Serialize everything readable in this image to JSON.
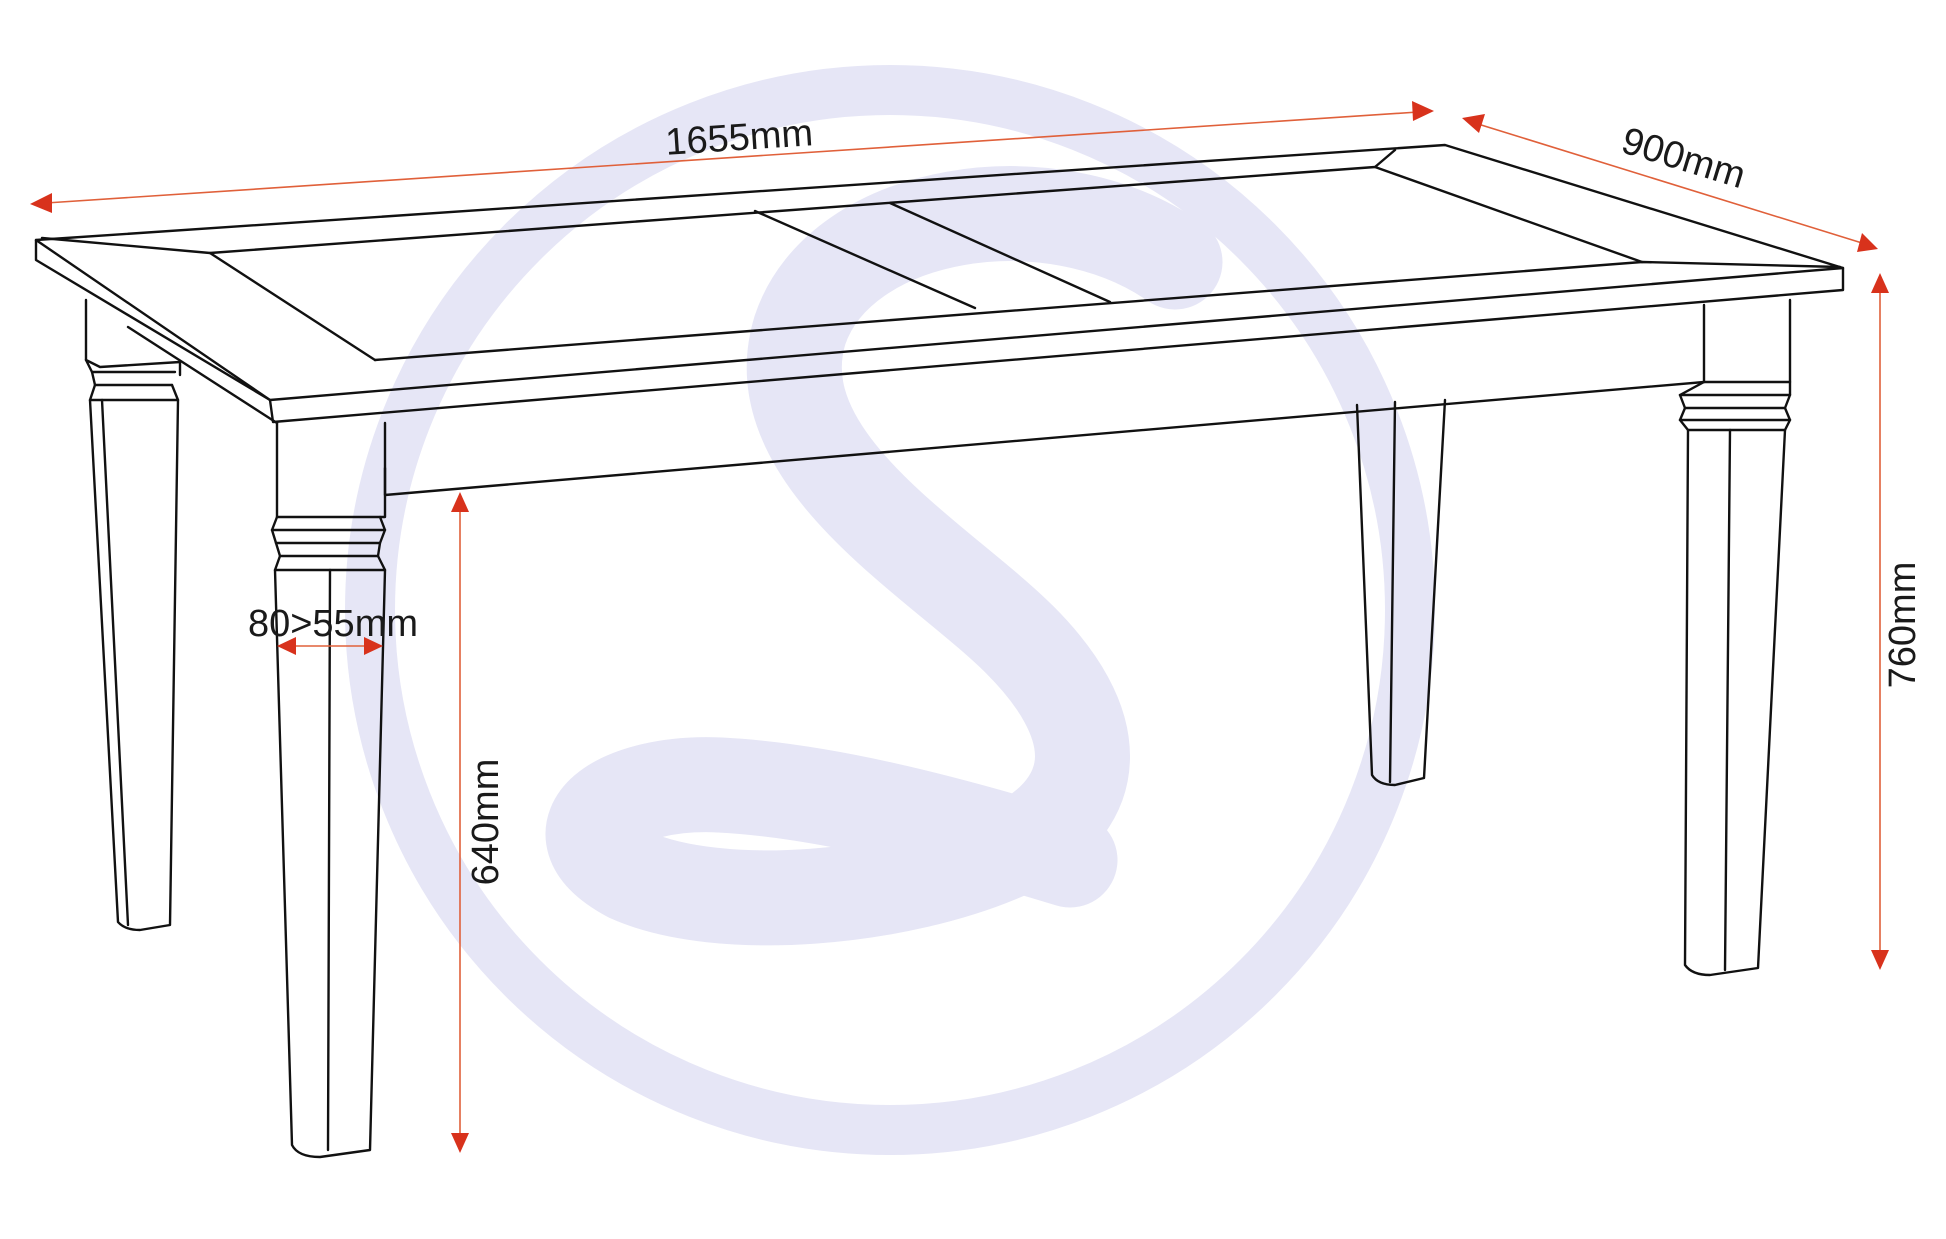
{
  "diagram": {
    "dimensions": {
      "length": "1655mm",
      "depth": "900mm",
      "height": "760mm",
      "clearance": "640mm",
      "leg_taper": "80>55mm"
    },
    "colors": {
      "dimension_arrow": "#d8321c",
      "dimension_line": "#e0603a",
      "outline": "#111111",
      "watermark": "#e6e6f6"
    },
    "icons": {
      "watermark": "brand-logo-s-watermark-icon"
    }
  }
}
